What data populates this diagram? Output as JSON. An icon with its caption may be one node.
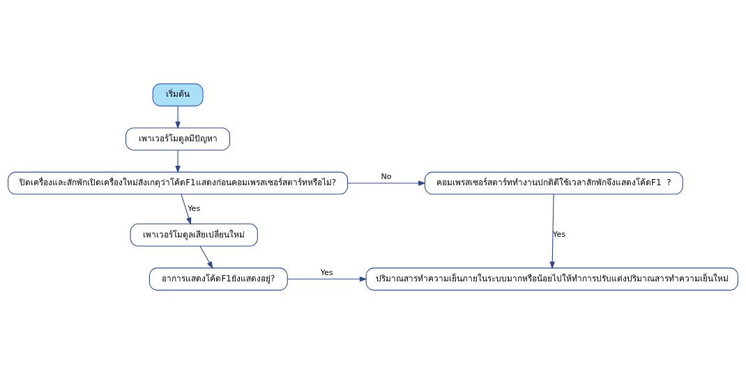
{
  "diagram": {
    "nodes": [
      {
        "text": [
          "เริ่มต้น"
        ]
      },
      {
        "text": [
          "เพาเวอร์โมดูลมีปัญหา"
        ]
      },
      {
        "text": [
          "คอมเพรสเซอร์สตาร์ททำงานปกติดีใช้เวลาสักพักจึงแสดงโค้ดF1  ?"
        ]
      },
      {
        "text": [
          "ปิดเครื่องและสักพักเปิดเครื่องใหม่สังเกตุว่าโค้ดF1แสดงก่อนคอมเพรสเซอร์สตาร์ทหรือไม่?"
        ]
      },
      {
        "text": [
          "เพาเวอร์โมดูลเสียเปลี่ยนใหม่"
        ]
      },
      {
        "text": [
          "ปริมาณสารทำความเย็นภายในระบบมากหรือน้อยไปให้ทำการปรับแต่งปริมาณสารทำความเย็นใหม่"
        ]
      },
      {
        "text": [
          "อาการแสดงโค้ดF1ยังแสดงอยู่?"
        ]
      }
    ],
    "edges": [
      {
        "from": 0,
        "to": 1,
        "arrow": "to"
      },
      {
        "from": 1,
        "to": 3,
        "arrow": "to"
      },
      {
        "from": 3,
        "to": 2,
        "arrow": "to",
        "label": "No"
      },
      {
        "from": 3,
        "to": 4,
        "arrow": "to",
        "label": "Yes"
      },
      {
        "from": 2,
        "to": 5,
        "arrow": "to",
        "label": "Yes"
      },
      {
        "from": 4,
        "to": 6,
        "arrow": "to"
      },
      {
        "from": 6,
        "to": 5,
        "arrow": "to",
        "label": "Yes"
      }
    ]
  }
}
